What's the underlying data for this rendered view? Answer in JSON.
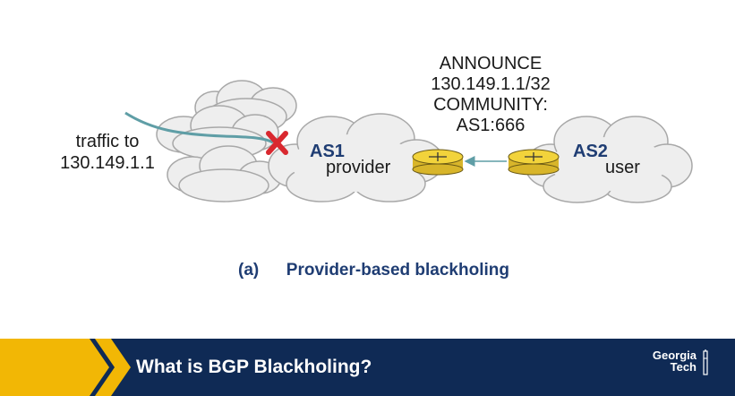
{
  "diagram": {
    "traffic_label_line1": "traffic to",
    "traffic_label_line2": "130.149.1.1",
    "announce_line1": "ANNOUNCE",
    "announce_line2": "130.149.1.1/32",
    "announce_line3": "COMMUNITY:",
    "announce_line4": "AS1:666",
    "as1_name": "AS1",
    "as1_role": "provider",
    "as2_name": "AS2",
    "as2_role": "user",
    "caption_label": "(a)",
    "caption_text": "Provider-based blackholing"
  },
  "banner": {
    "title": "What is BGP Blackholing?",
    "logo_line1": "Georgia",
    "logo_line2": "Tech"
  },
  "colors": {
    "cloud_fill": "#eeeeee",
    "cloud_stroke": "#a8a8a8",
    "traffic_line": "#5f9ea6",
    "drop_mark": "#d9282f",
    "router": "#f2d33b",
    "heading_blue": "#1f3d73",
    "banner_blue": "#0f2a55",
    "banner_gold": "#f2b705"
  }
}
